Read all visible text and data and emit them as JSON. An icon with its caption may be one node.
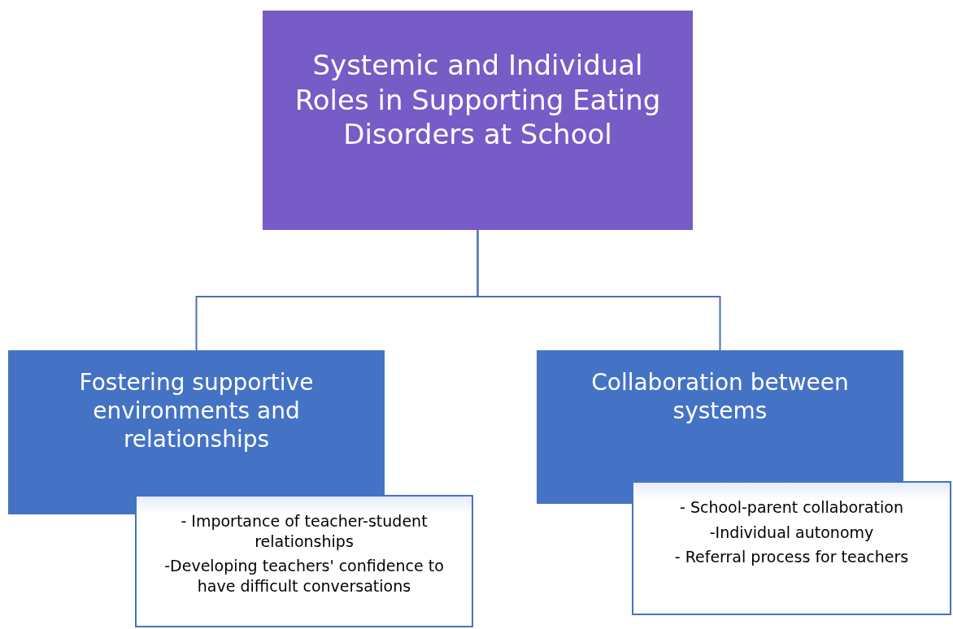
{
  "diagram": {
    "nodes": [
      {
        "text": [
          "Systemic and Individual Roles in Supporting Eating Disorders at School"
        ]
      },
      {
        "text": [
          "Fostering supportive environments and relationships"
        ]
      },
      {
        "text": [
          "- Importance of teacher-student relationships",
          "-Developing teachers' confidence to have difficult conversations"
        ]
      },
      {
        "text": [
          "Collaboration between systems"
        ]
      },
      {
        "text": [
          "- School-parent collaboration",
          "-Individual autonomy",
          "- Referral process for teachers"
        ]
      }
    ],
    "edges": [
      {
        "from": 0,
        "to": 1,
        "arrow": "none"
      },
      {
        "from": 0,
        "to": 3,
        "arrow": "none"
      }
    ]
  }
}
